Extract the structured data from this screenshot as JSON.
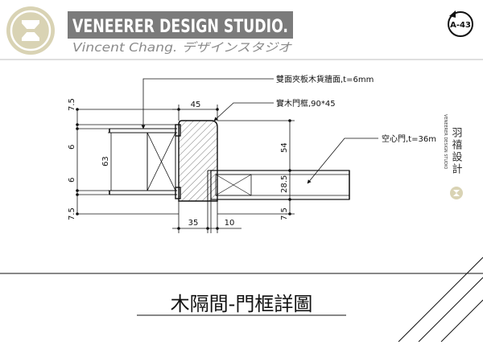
{
  "header": {
    "studio_name": "VENEERER DESIGN STUDIO.",
    "tagline": "Vincent Chang. デザインスタジオ",
    "sheet_number": "A-43"
  },
  "callouts": {
    "veneer_panel": "雙面夾板木貨牆面,t=6mm",
    "solid_frame": "實木門框,90*45",
    "hollow_door": "空心門,t=36m"
  },
  "dimensions": {
    "top_width": "45",
    "left_7_5_top": "7.5",
    "left_6_top": "6",
    "left_63": "63",
    "left_6_bottom": "6",
    "left_7_5_bottom": "7.5",
    "right_54": "54",
    "right_28_5": "28.5",
    "right_7_5": "7.5",
    "bottom_35": "35",
    "bottom_10": "10"
  },
  "side_brand": {
    "vertical_chinese": "羽禧設計",
    "vertical_english": "VENEERER DESIGN STUDIO"
  },
  "title": "木隔間-門框詳圖",
  "colors": {
    "logo_bg": "#d9d3b4",
    "banner_bg": "#7b7b7b",
    "banner_text": "#ffffff",
    "line": "#111111"
  }
}
